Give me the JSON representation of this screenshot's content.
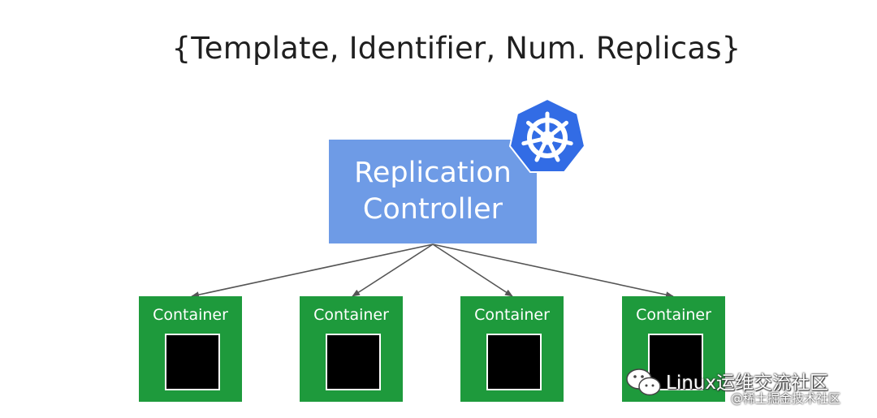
{
  "title": "{Template, Identifier, Num. Replicas}",
  "controller": {
    "line1": "Replication",
    "line2": "Controller",
    "color": "#6e9be6",
    "logo_icon": "kubernetes-helm-wheel-icon",
    "logo_color": "#326ce5"
  },
  "containers": [
    {
      "label": "Container"
    },
    {
      "label": "Container"
    },
    {
      "label": "Container"
    },
    {
      "label": "Container"
    }
  ],
  "container_color": "#1e9a3c",
  "watermark": {
    "icon": "wechat-icon",
    "main": "Linux运维交流社区",
    "sub": "@稀土掘金技术社区"
  }
}
